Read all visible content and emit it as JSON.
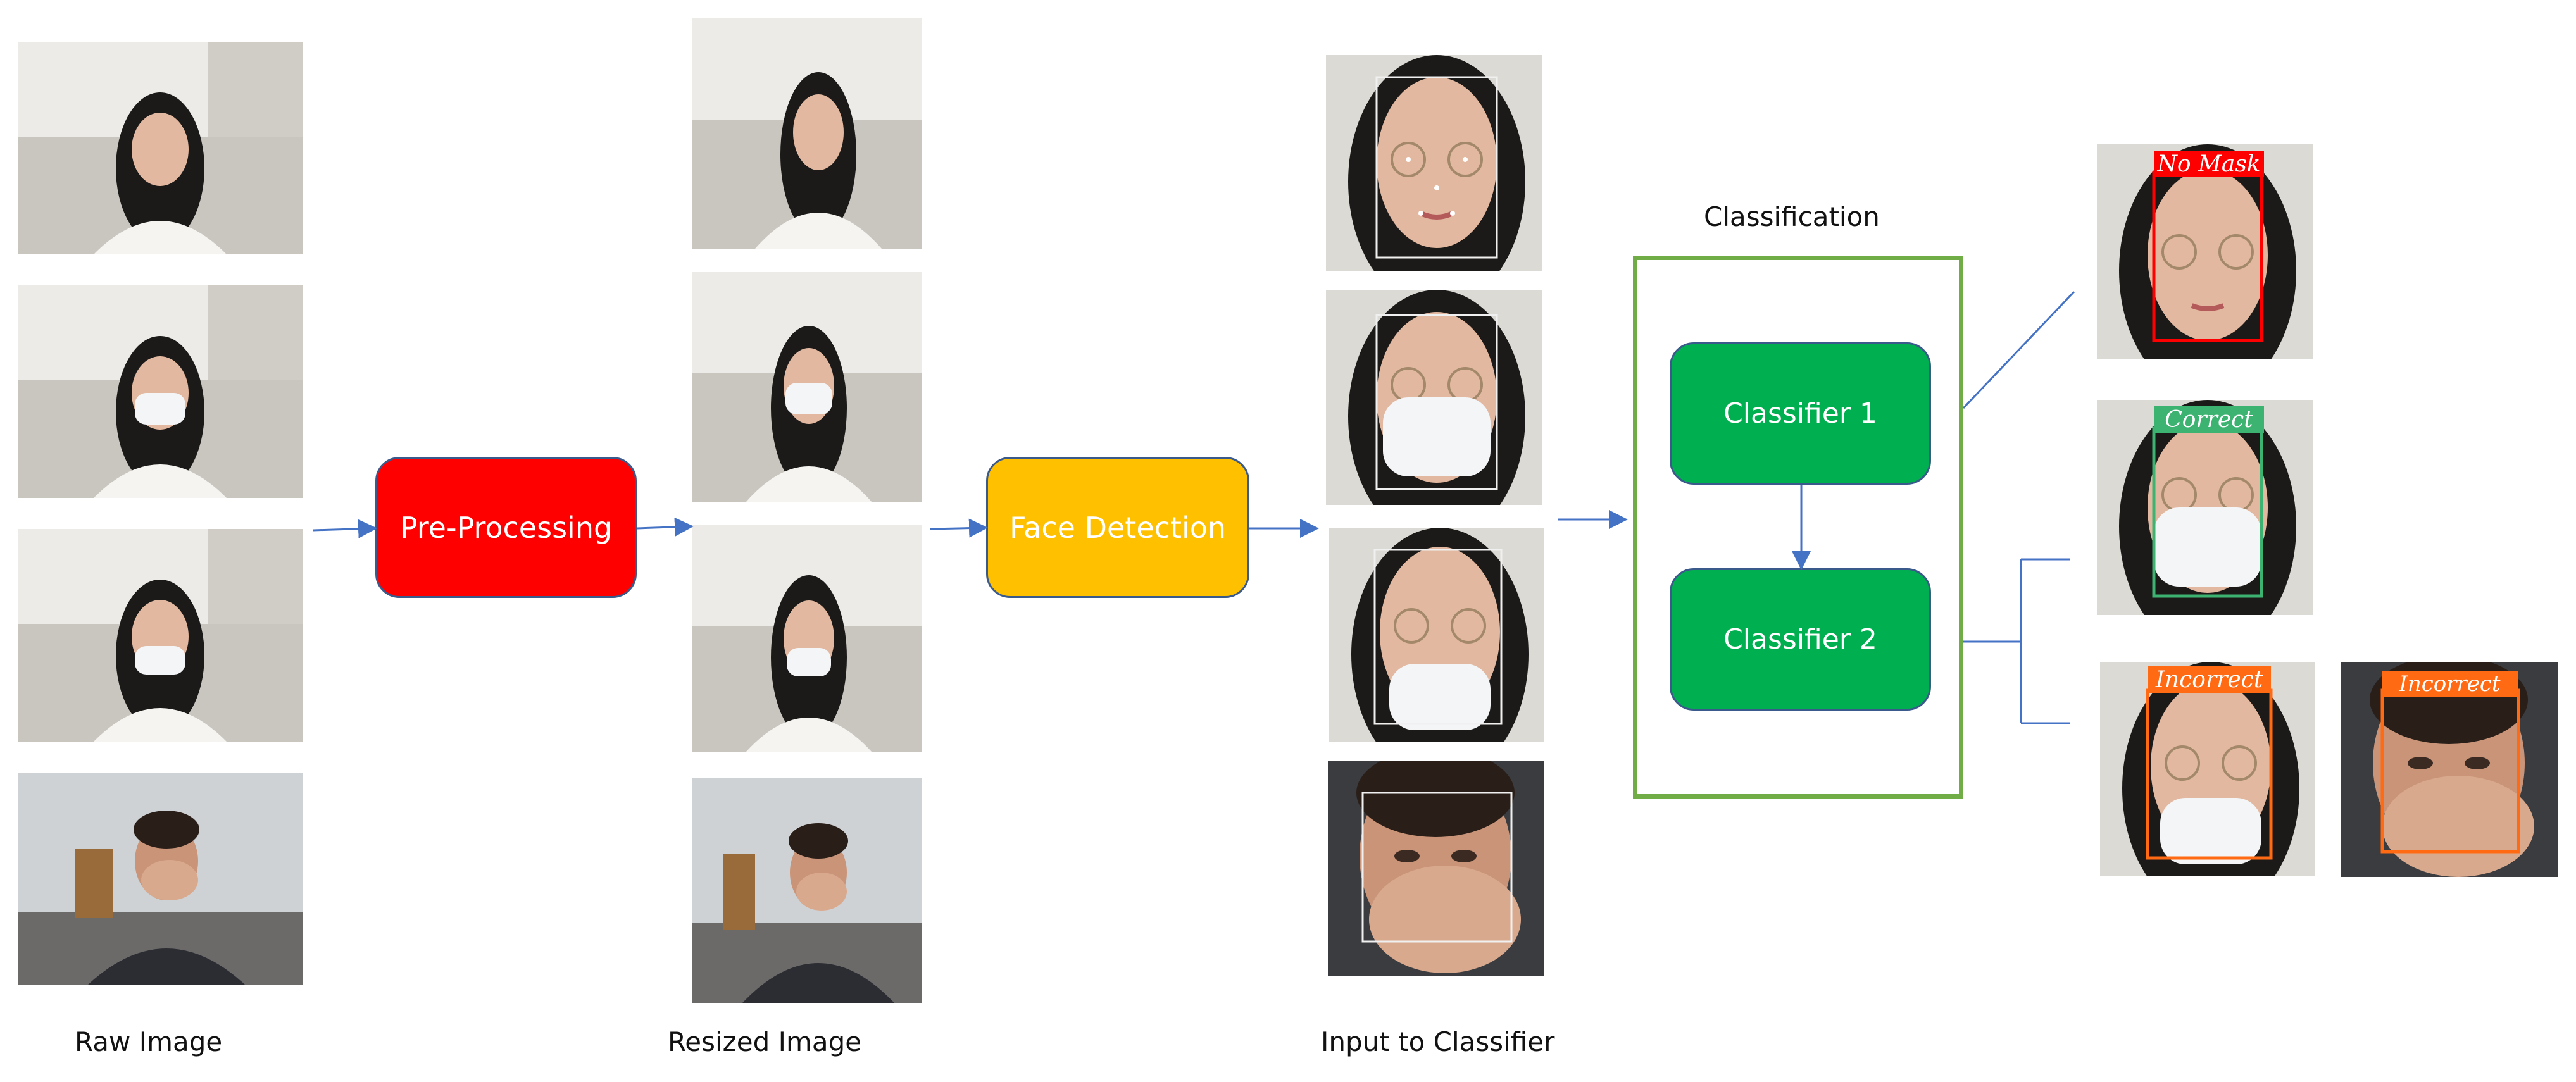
{
  "captions": {
    "raw": "Raw Image",
    "resized": "Resized Image",
    "input": "Input to Classifier",
    "classification": "Classification"
  },
  "stages": {
    "preprocess": "Pre-Processing",
    "face_detection": "Face Detection",
    "classifier1": "Classifier 1",
    "classifier2": "Classifier 2"
  },
  "results": {
    "no_mask": "No Mask",
    "correct": "Correct",
    "incorrect_1": "Incorrect",
    "incorrect_2": "Incorrect"
  },
  "colors": {
    "preprocess": "#ff0000",
    "face_detection": "#ffc000",
    "classifier": "#00b050",
    "classification_frame": "#70ad47",
    "arrow": "#4472c4",
    "no_mask": "#ff0000",
    "correct": "#3cb371",
    "incorrect": "#ff6a13"
  }
}
